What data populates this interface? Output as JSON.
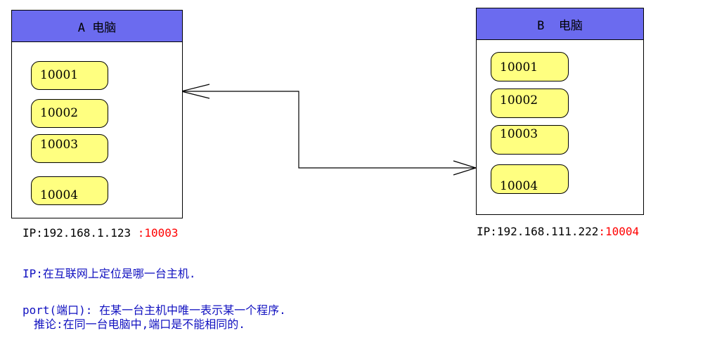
{
  "computer_a": {
    "title": "A 电脑",
    "ports": [
      "10001",
      "10002",
      "10003",
      "10004"
    ],
    "ip_label": "IP:192.168.1.123",
    "port_suffix": ":10003"
  },
  "computer_b": {
    "title": "B  电脑",
    "ports": [
      "10001",
      "10002",
      "10003",
      "10004"
    ],
    "ip_label": "IP:192.168.111.222",
    "port_suffix": ":10004"
  },
  "notes": {
    "ip": "IP:在互联网上定位是哪一台主机.",
    "port": "port(端口): 在某一台主机中唯一表示某一个程序.",
    "inference": "推论:在同一台电脑中,端口是不能相同的."
  },
  "colors": {
    "title_bar": "#6b6bef",
    "port_fill": "#ffff80",
    "highlight": "#ff0000",
    "note_text": "#1010c0"
  }
}
